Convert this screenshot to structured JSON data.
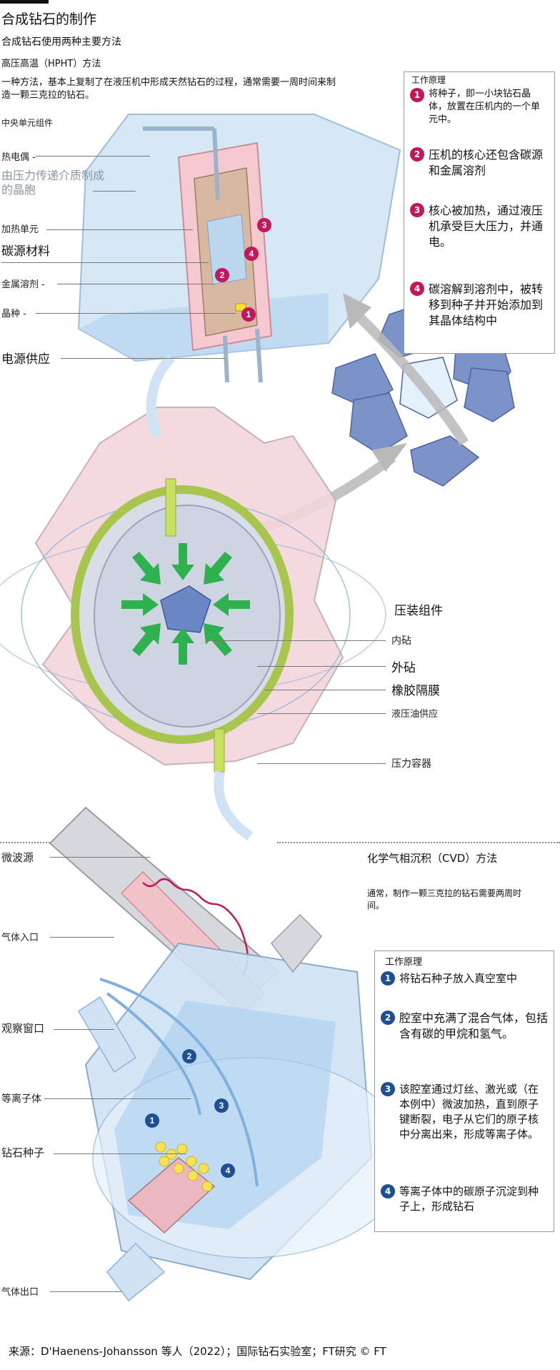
{
  "header": {
    "title": "合成钻石的制作",
    "subtitle": "合成钻石使用两种主要方法",
    "hpht_title": "高压高温（HPHT）方法",
    "hpht_desc": "一种方法，基本上复制了在液压机中形成天然钻石的过程，通常需要一周时间来制造一颗三克拉的钻石。"
  },
  "hpht_cell": {
    "section_label": "中央单元组件",
    "labels": {
      "thermocouple": "热电偶 -",
      "pressure_medium": "由压力传递介质制成的晶胞",
      "heating_unit": "加热单元",
      "carbon_source": "碳源材料",
      "metal_solvent": "金属溶剂 -",
      "seed": "晶种 -",
      "power_supply": "电源供应"
    }
  },
  "hpht_box": {
    "title": "工作原理",
    "steps": [
      {
        "num": "1",
        "text": "将种子，即一小块钻石晶体，放置在压机内的一个单元中。"
      },
      {
        "num": "2",
        "text": "压机的核心还包含碳源和金属溶剂"
      },
      {
        "num": "3",
        "text": "核心被加热，通过液压机承受巨大压力，并通电。"
      },
      {
        "num": "4",
        "text": "碳溶解到溶剂中，被转移到种子并开始添加到其晶体结构中"
      }
    ]
  },
  "press": {
    "title": "压装组件",
    "labels": {
      "inner_anvil": "内砧",
      "outer_anvil": "外砧",
      "rubber_diaphragm": "橡胶隔膜",
      "hydraulic_oil": "液压油供应",
      "pressure_vessel": "压力容器"
    }
  },
  "cvd": {
    "title": "化学气相沉积（CVD）方法",
    "desc": "通常，制作一颗三克拉的钻石需要两周时间。",
    "labels": {
      "microwave": "微波源",
      "gas_inlet": "气体入口",
      "window": "观察窗口",
      "plasma": "等离子体",
      "seed": "钻石种子",
      "gas_outlet": "气体出口"
    }
  },
  "cvd_box": {
    "title": "工作原理",
    "steps": [
      {
        "num": "1",
        "text": "将钻石种子放入真空室中"
      },
      {
        "num": "2",
        "text": "腔室中充满了混合气体，包括含有碳的甲烷和氢气。"
      },
      {
        "num": "3",
        "text": "该腔室通过灯丝、激光或（在本例中）微波加热，直到原子键断裂，电子从它们的原子核中分离出来，形成等离子体。"
      },
      {
        "num": "4",
        "text": "等离子体中的碳原子沉淀到种子上，形成钻石"
      }
    ]
  },
  "footer": {
    "source": "来源：D'Haenens-Johansson 等人（2022）；国际钻石实验室；FT研究 © FT"
  },
  "colors": {
    "hpht_accent": "#c2185b",
    "cvd_accent": "#1e4f94",
    "diamond": "#7c93c9",
    "glass": "#cfe3f5"
  }
}
